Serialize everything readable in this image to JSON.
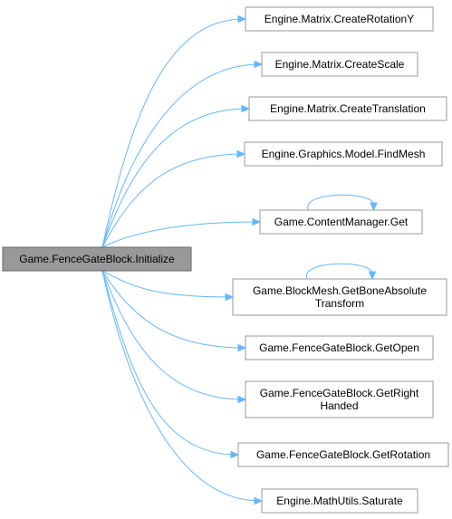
{
  "graph": {
    "root": {
      "label": "Game.FenceGateBlock.Initialize"
    },
    "callees": [
      {
        "lines": [
          "Engine.Matrix.CreateRotationY"
        ],
        "self_call": false
      },
      {
        "lines": [
          "Engine.Matrix.CreateScale"
        ],
        "self_call": false
      },
      {
        "lines": [
          "Engine.Matrix.CreateTranslation"
        ],
        "self_call": false
      },
      {
        "lines": [
          "Engine.Graphics.Model.FindMesh"
        ],
        "self_call": false
      },
      {
        "lines": [
          "Game.ContentManager.Get"
        ],
        "self_call": true
      },
      {
        "lines": [
          "Game.BlockMesh.GetBoneAbsolute",
          "Transform"
        ],
        "self_call": true
      },
      {
        "lines": [
          "Game.FenceGateBlock.GetOpen"
        ],
        "self_call": false
      },
      {
        "lines": [
          "Game.FenceGateBlock.GetRight",
          "Handed"
        ],
        "self_call": false
      },
      {
        "lines": [
          "Game.FenceGateBlock.GetRotation"
        ],
        "self_call": false
      },
      {
        "lines": [
          "Engine.MathUtils.Saturate"
        ],
        "self_call": false
      }
    ],
    "colors": {
      "edge": "#63b8ff",
      "root_fill": "#999999",
      "node_border": "#999999",
      "node_fill": "#ffffff",
      "text": "#000000"
    }
  }
}
